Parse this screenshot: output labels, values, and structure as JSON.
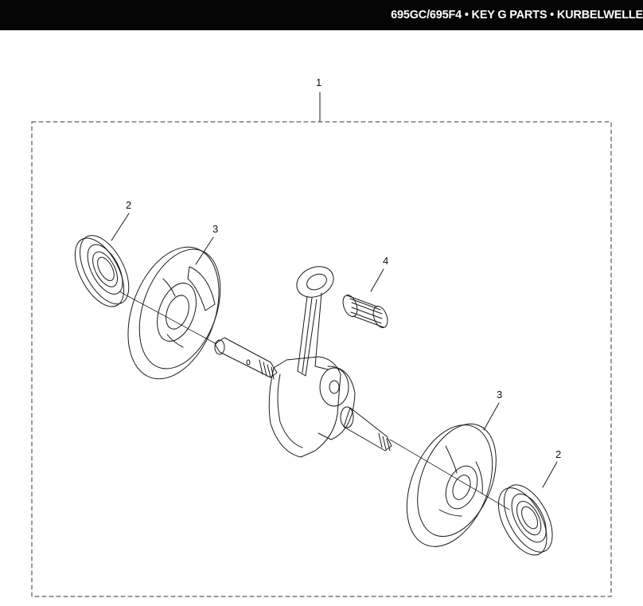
{
  "header": {
    "title": "695GC/695F4 • KEY G PARTS •  KURBELWELLE"
  },
  "callouts": {
    "assembly": "1",
    "bearing_left": "2",
    "flywheel_left": "3",
    "needle_bearing": "4",
    "flywheel_right": "3",
    "bearing_right": "2"
  }
}
